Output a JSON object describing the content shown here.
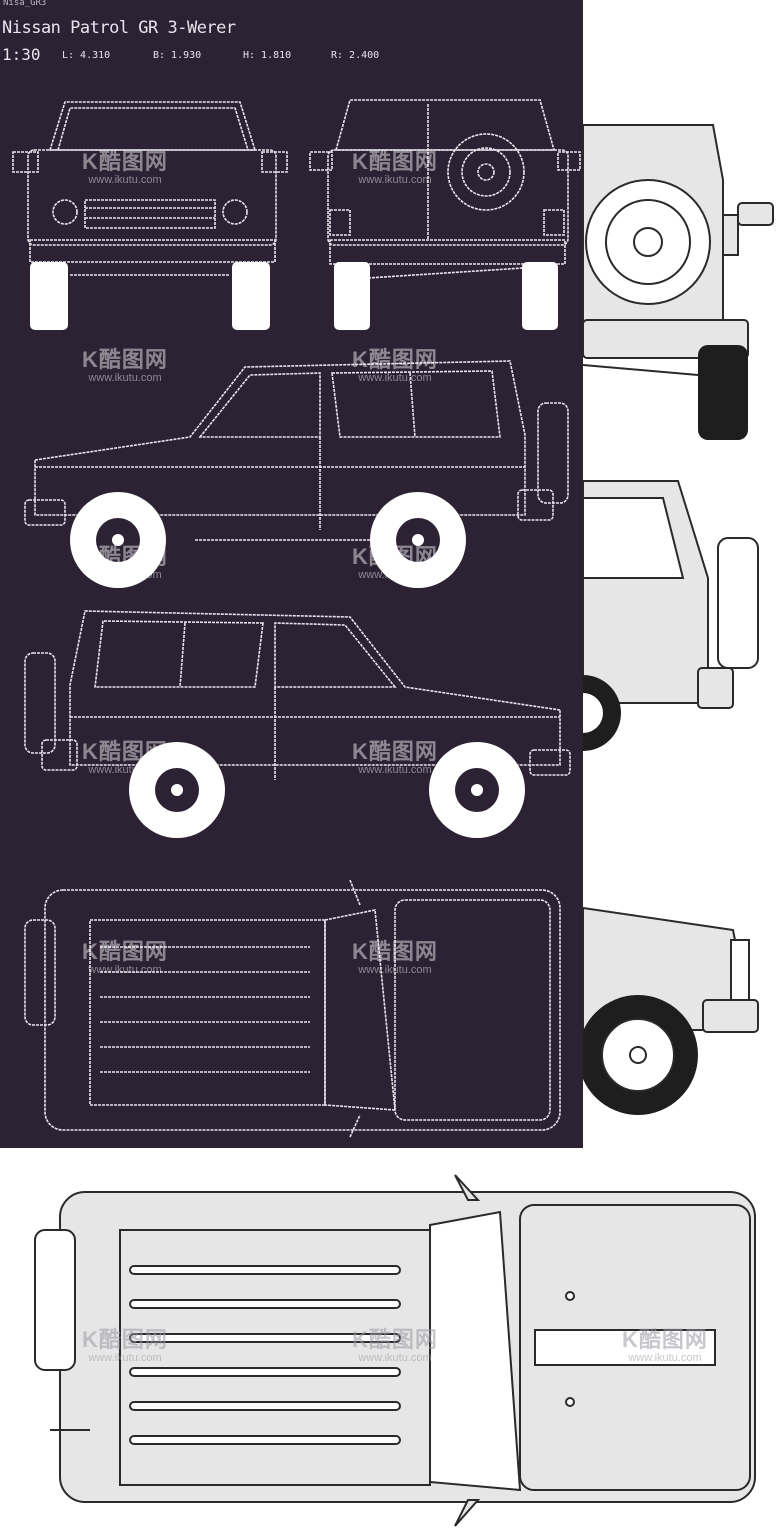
{
  "header": {
    "file_tag": "Nisa_GR3",
    "title": "Nissan Patrol GR 3-Werer",
    "scale": "1:30",
    "dims": {
      "length": "L: 4.310",
      "width": "B: 1.930",
      "height": "H: 1.810",
      "wheelbase": "R: 2.400"
    }
  },
  "watermark": {
    "logo": "K酷图网",
    "url": "www.ikutu.com"
  },
  "colors": {
    "blueprint_bg": "#2c2233",
    "blueprint_line": "#e8e4ec",
    "drawing_fill": "#e6e6e6",
    "drawing_stroke": "#2a2a2a"
  }
}
